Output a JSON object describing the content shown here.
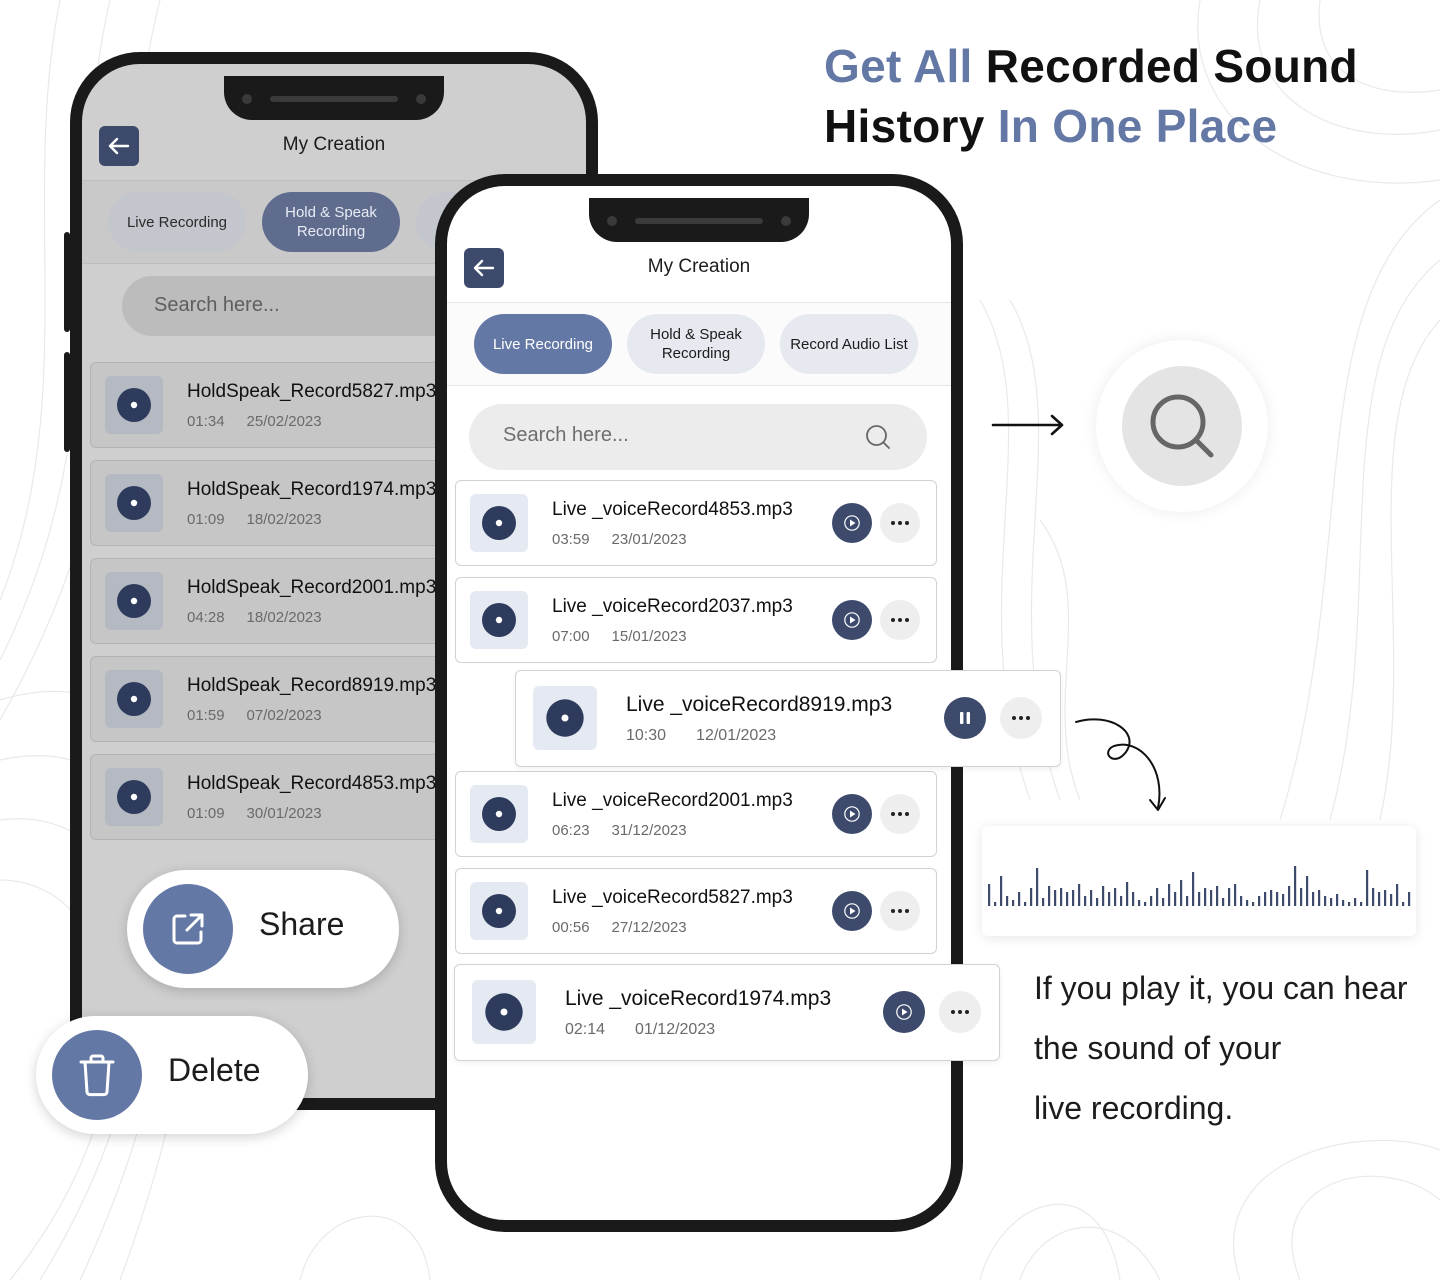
{
  "headline": {
    "part1": "Get All",
    "part2": "Recorded Sound",
    "part3": "History",
    "part4": "In One Place"
  },
  "colors": {
    "accent": "#6478a6",
    "dark_button": "#3d4a6c",
    "tab_inactive": "#e6e9f0"
  },
  "back_phone": {
    "header": {
      "title": "My Creation",
      "back_icon": "arrow-left-icon"
    },
    "tabs": [
      {
        "label": "Live Recording",
        "active": false
      },
      {
        "label": "Hold & Speak Recording",
        "active": true
      }
    ],
    "search": {
      "placeholder": "Search here..."
    },
    "items": [
      {
        "name": "HoldSpeak_Record5827.mp3",
        "duration": "01:34",
        "date": "25/02/2023"
      },
      {
        "name": "HoldSpeak_Record1974.mp3",
        "duration": "01:09",
        "date": "18/02/2023"
      },
      {
        "name": "HoldSpeak_Record2001.mp3",
        "duration": "04:28",
        "date": "18/02/2023"
      },
      {
        "name": "HoldSpeak_Record8919.mp3",
        "duration": "01:59",
        "date": "07/02/2023"
      },
      {
        "name": "HoldSpeak_Record4853.mp3",
        "duration": "01:09",
        "date": "30/01/2023"
      }
    ]
  },
  "front_phone": {
    "header": {
      "title": "My Creation",
      "back_icon": "arrow-left-icon"
    },
    "tabs": [
      {
        "label": "Live Recording",
        "active": true
      },
      {
        "label": "Hold & Speak Recording",
        "active": false
      },
      {
        "label": "Record Audio List",
        "active": false
      }
    ],
    "search": {
      "placeholder": "Search here...",
      "icon": "search-icon"
    },
    "items": [
      {
        "name": "Live _voiceRecord4853.mp3",
        "duration": "03:59",
        "date": "23/01/2023",
        "state": "play"
      },
      {
        "name": "Live _voiceRecord2037.mp3",
        "duration": "07:00",
        "date": "15/01/2023",
        "state": "play"
      },
      {
        "name": "Live _voiceRecord8919.mp3",
        "duration": "10:30",
        "date": "12/01/2023",
        "state": "pause"
      },
      {
        "name": "Live _voiceRecord2001.mp3",
        "duration": "06:23",
        "date": "31/12/2023",
        "state": "play"
      },
      {
        "name": "Live _voiceRecord5827.mp3",
        "duration": "00:56",
        "date": "27/12/2023",
        "state": "play"
      },
      {
        "name": "Live _voiceRecord1974.mp3",
        "duration": "02:14",
        "date": "01/12/2023",
        "state": "play"
      }
    ]
  },
  "actions": {
    "share": {
      "label": "Share",
      "icon": "share-icon"
    },
    "delete": {
      "label": "Delete",
      "icon": "trash-icon"
    }
  },
  "caption": {
    "line1": "If you play it, you can hear",
    "line2": "the sound of your",
    "line3": "live recording."
  }
}
